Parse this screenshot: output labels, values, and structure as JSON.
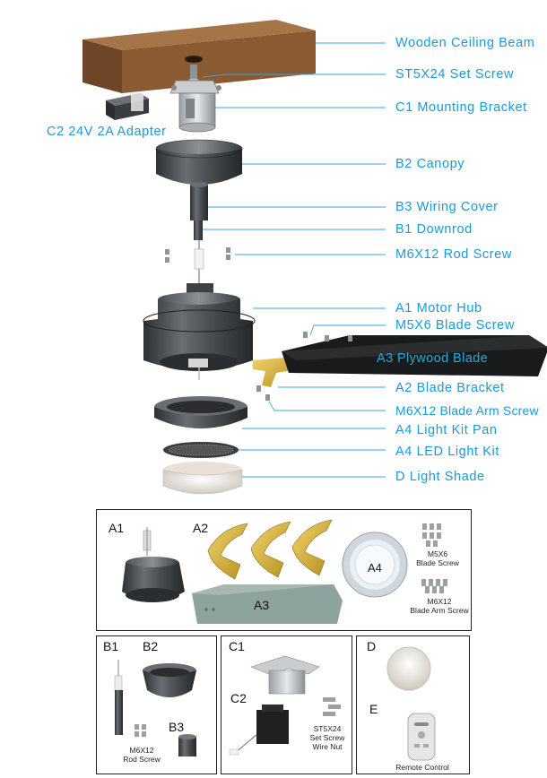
{
  "callouts": {
    "beam": "Wooden Ceiling Beam",
    "set_screw": "ST5X24 Set Screw",
    "mounting_bracket": "C1  Mounting Bracket",
    "adapter": "C2  24V 2A  Adapter",
    "canopy": "B2  Canopy",
    "wiring_cover": "B3  Wiring Cover",
    "downrod": "B1  Downrod",
    "rod_screw": "M6X12 Rod Screw",
    "motor_hub": "A1  Motor Hub",
    "blade_screw": "M5X6 Blade Screw",
    "plywood_blade": "A3  Plywood Blade",
    "blade_bracket": "A2  Blade Bracket",
    "blade_arm_screw": "M6X12 Blade Arm Screw",
    "light_kit_pan": "A4  Light Kit Pan",
    "led_light_kit": "A4  LED Light Kit",
    "light_shade": "D  Light Shade"
  },
  "parts": {
    "box_a": {
      "a1": "A1",
      "a2": "A2",
      "a3": "A3",
      "a4": "A4",
      "m5x6": "M5X6",
      "m5x6_cap": "Blade Screw",
      "m6x12": "M6X12",
      "m6x12_cap": "Blade Arm Screw"
    },
    "box_b": {
      "b1": "B1",
      "b2": "B2",
      "b3": "B3",
      "m6x12": "M6X12",
      "m6x12_cap": "Rod Screw"
    },
    "box_c": {
      "c1": "C1",
      "c2": "C2",
      "st": "ST5X24",
      "st_cap1": "Set Screw",
      "st_cap2": "Wire Nut"
    },
    "box_d": {
      "d": "D",
      "e": "E",
      "remote_cap": "Remote Control"
    }
  },
  "colors": {
    "accent": "#1a9ad6",
    "wood": "#8a5a33",
    "metal_dark": "#3c3f42",
    "brass": "#d6b23a"
  }
}
